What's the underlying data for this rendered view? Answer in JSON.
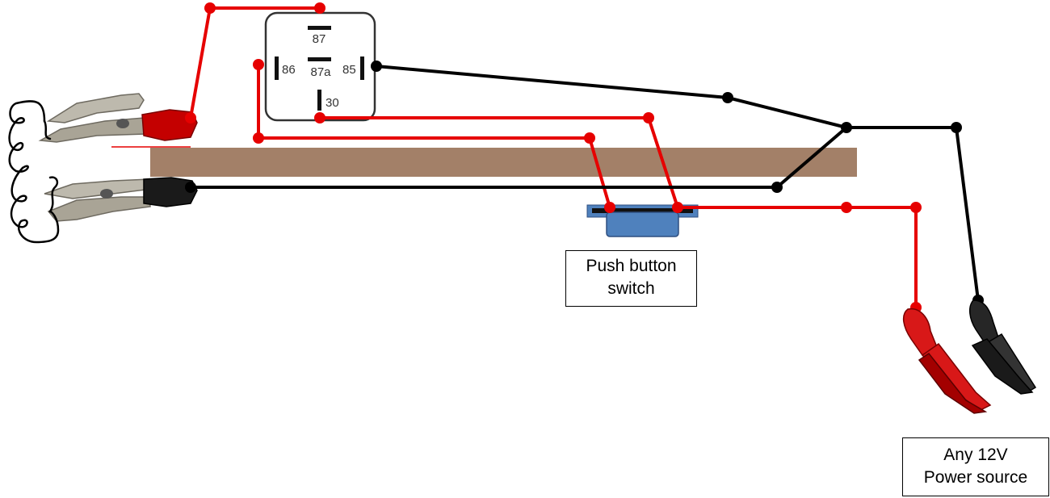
{
  "relay": {
    "pins": {
      "p87": "87",
      "p86": "86",
      "p87a": "87a",
      "p85": "85",
      "p30": "30"
    }
  },
  "labels": {
    "switch_line1": "Push button",
    "switch_line2": "switch",
    "power_line1": "Any 12V",
    "power_line2": "Power source"
  },
  "colors": {
    "positive_wire": "#e60000",
    "negative_wire": "#000000",
    "wood_board": "#a38068",
    "switch_body": "#4f81bd",
    "relay_outline": "#333333"
  }
}
